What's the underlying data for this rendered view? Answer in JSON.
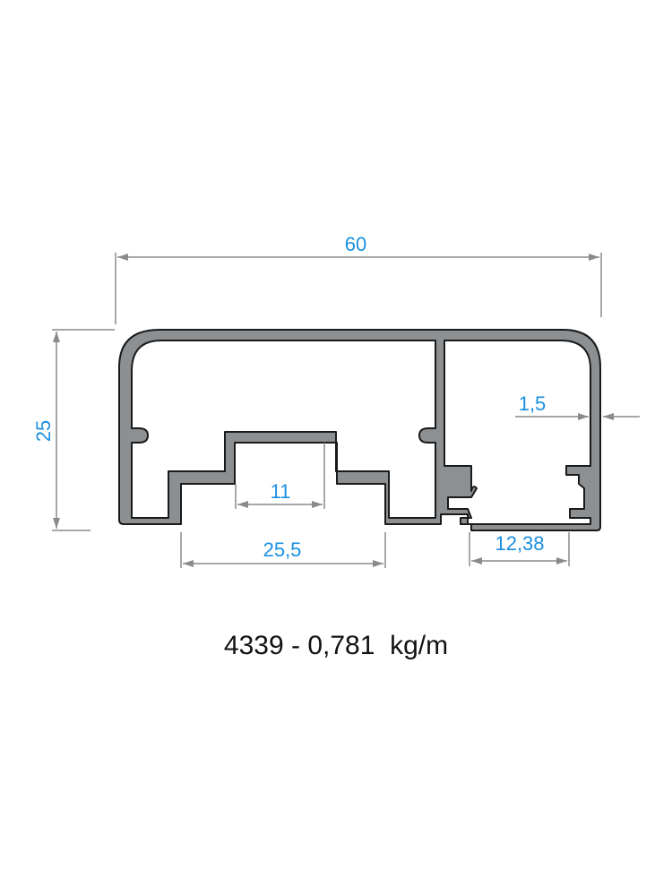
{
  "colors": {
    "background": "#ffffff",
    "profile_fill": "#8c9092",
    "profile_stroke": "#1a1a1a",
    "dimension_line": "#8a8a8a",
    "dimension_text": "#1a8fe0",
    "caption_text": "#111111"
  },
  "dimensions": {
    "overall_width": "60",
    "overall_height": "25",
    "wall_thickness": "1,5",
    "inner_channel": "11",
    "outer_channel": "25,5",
    "side_chamber": "12,38"
  },
  "caption": "4339 - 0,781  kg/m"
}
